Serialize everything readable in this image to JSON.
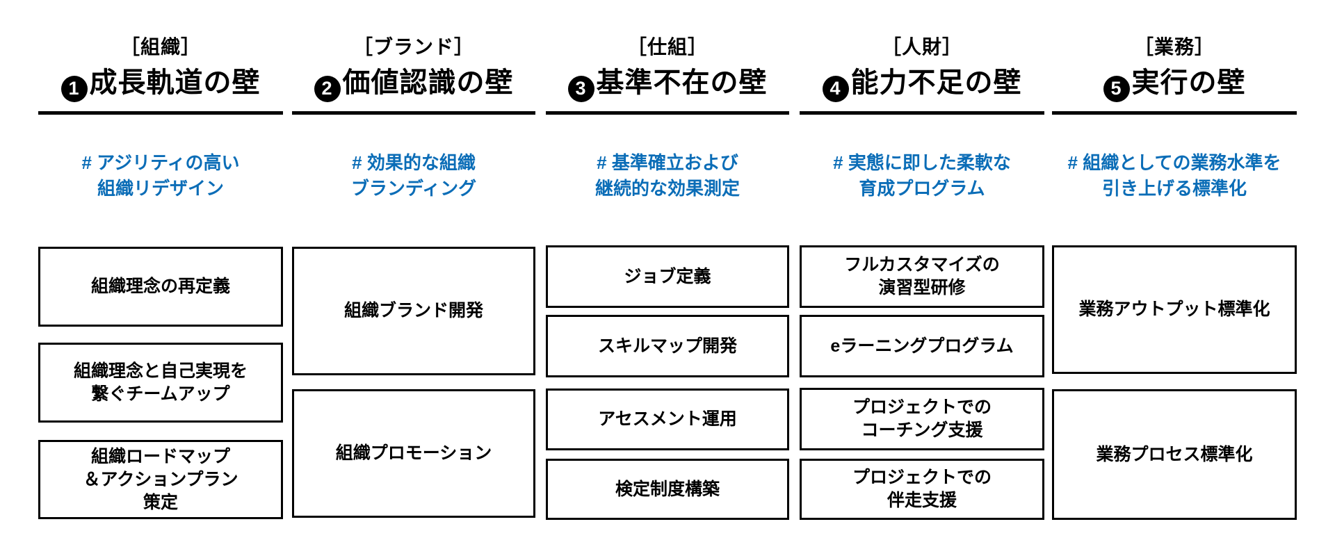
{
  "accent_color": "#0B6DB7",
  "columns": [
    {
      "category": "［組織］",
      "badge": "1",
      "title": "成長軌道の壁",
      "hashtag": "# アジリティの高い\n組織リデザイン",
      "items": [
        {
          "label": "組織理念の再定義"
        },
        {
          "label": "組織理念と自己実現を\n繋ぐチームアップ"
        },
        {
          "label": "組織ロードマップ\n＆アクションプラン\n策定"
        }
      ]
    },
    {
      "category": "［ブランド］",
      "badge": "2",
      "title": "価値認識の壁",
      "hashtag": "# 効果的な組織\nブランディング",
      "items": [
        {
          "label": "組織ブランド開発"
        },
        {
          "label": "組織プロモーション"
        }
      ]
    },
    {
      "category": "［仕組］",
      "badge": "3",
      "title": "基準不在の壁",
      "hashtag": "# 基準確立および\n継続的な効果測定",
      "items": [
        {
          "label": "ジョブ定義"
        },
        {
          "label": "スキルマップ開発"
        },
        {
          "label": "アセスメント運用"
        },
        {
          "label": "検定制度構築"
        }
      ]
    },
    {
      "category": "［人財］",
      "badge": "4",
      "title": "能力不足の壁",
      "hashtag": "# 実態に即した柔軟な\n育成プログラム",
      "items": [
        {
          "label": "フルカスタマイズの\n演習型研修"
        },
        {
          "label": "eラーニングプログラム"
        },
        {
          "label": "プロジェクトでの\nコーチング支援"
        },
        {
          "label": "プロジェクトでの\n伴走支援"
        }
      ]
    },
    {
      "category": "［業務］",
      "badge": "5",
      "title": "実行の壁",
      "hashtag": "# 組織としての業務水準を\n引き上げる標準化",
      "items": [
        {
          "label": "業務アウトプット標準化"
        },
        {
          "label": "業務プロセス標準化"
        }
      ]
    }
  ]
}
